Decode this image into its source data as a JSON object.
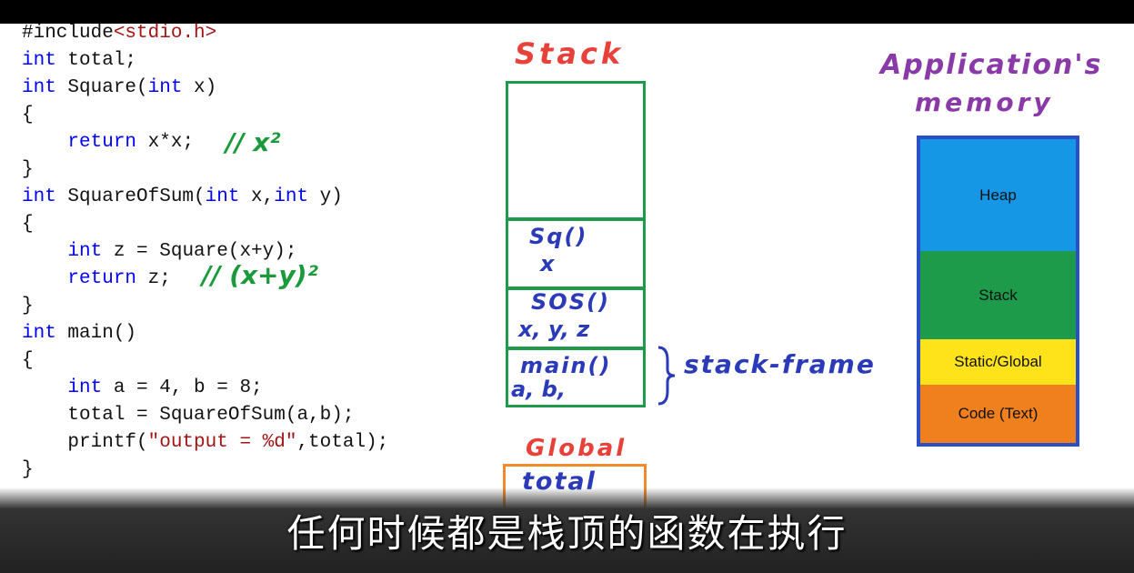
{
  "code_lines": [
    "#include<stdio.h>",
    "int total;",
    "int Square(int x)",
    "{",
    "    return x*x;",
    "}",
    "int SquareOfSum(int x,int y)",
    "{",
    "    int z = Square(x+y);",
    "    return z;",
    "}",
    "int main()",
    "{",
    "    int a = 4, b = 8;",
    "    total = SquareOfSum(a,b);",
    "    printf(\"output = %d\",total);",
    "}"
  ],
  "annotations": {
    "square_comment": "// x²",
    "sos_comment": "// (x+y)²"
  },
  "stack": {
    "title": "Stack",
    "frames": [
      {
        "name": "Sq()",
        "vars": "x"
      },
      {
        "name": "SOS()",
        "vars": "x, y, z"
      },
      {
        "name": "main()",
        "vars": "a, b,"
      }
    ],
    "frame_label": "stack-frame"
  },
  "global": {
    "title": "Global",
    "var": "total"
  },
  "memory": {
    "title_line1": "Application's",
    "title_line2": "memory",
    "segments": [
      {
        "label": "Heap",
        "color": "#1597e6"
      },
      {
        "label": "Stack",
        "color": "#1d9a4a"
      },
      {
        "label": "Static/Global",
        "color": "#ffe31a"
      },
      {
        "label": "Code (Text)",
        "color": "#f07f1e"
      }
    ]
  },
  "subtitle": "任何时候都是栈顶的函数在执行"
}
